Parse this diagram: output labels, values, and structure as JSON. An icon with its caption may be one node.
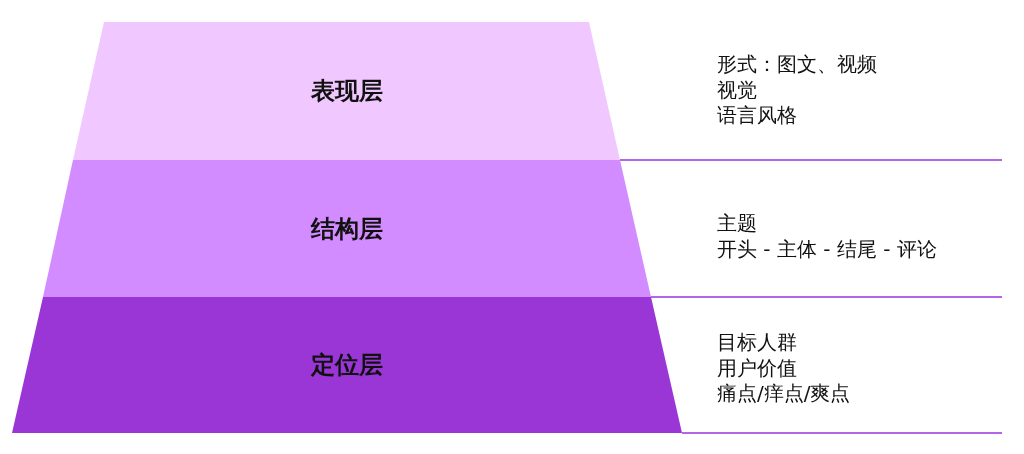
{
  "diagram": {
    "nodes": [
      {
        "text": [
          "表现层"
        ],
        "beside": [
          "形式：图文、视频",
          "视觉",
          "语言风格"
        ]
      },
      {
        "text": [
          "结构层"
        ],
        "beside": [
          "主题",
          "开头 - 主体 - 结尾 - 评论"
        ]
      },
      {
        "text": [
          "定位层"
        ],
        "beside": [
          "目标人群",
          "用户价值",
          "痛点/痒点/爽点"
        ]
      }
    ]
  }
}
